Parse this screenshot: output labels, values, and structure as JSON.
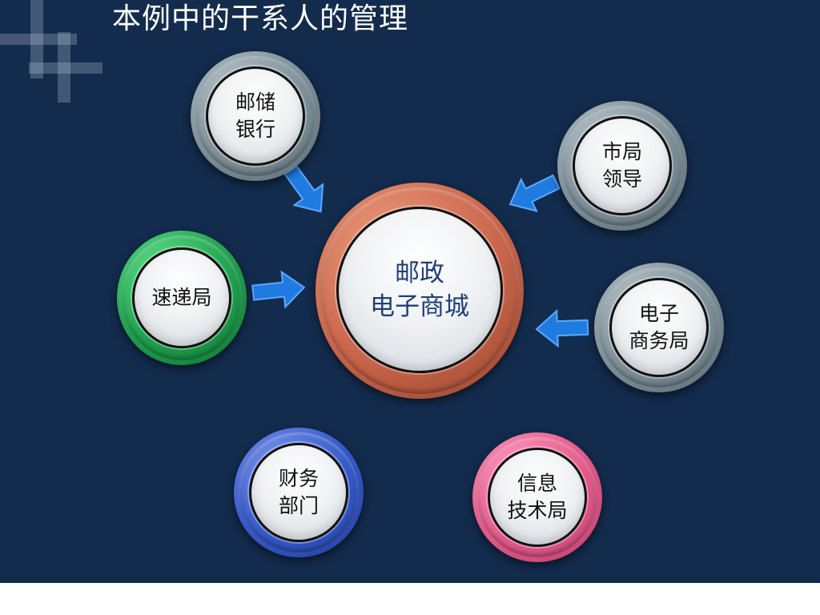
{
  "title": "本例中的干系人的管理",
  "center": {
    "lines": [
      "邮政",
      "电子商城"
    ]
  },
  "stakeholders": [
    {
      "id": "postal-savings-bank",
      "lines": [
        "邮储",
        "银行"
      ],
      "ring_color": "gray"
    },
    {
      "id": "city-bureau-leaders",
      "lines": [
        "市局",
        "领导"
      ],
      "ring_color": "gray"
    },
    {
      "id": "express-bureau",
      "lines": [
        "速递局"
      ],
      "ring_color": "green"
    },
    {
      "id": "e-commerce-bureau",
      "lines": [
        "电子",
        "商务局"
      ],
      "ring_color": "gray"
    },
    {
      "id": "finance-department",
      "lines": [
        "财务",
        "部门"
      ],
      "ring_color": "blue"
    },
    {
      "id": "it-bureau",
      "lines": [
        "信息",
        "技术局"
      ],
      "ring_color": "pink"
    }
  ],
  "colors": {
    "background": "#132b4c",
    "arrow": "#1f7be0",
    "center_text": "#1e3f75",
    "gray_ring": "#7d8f98",
    "green_ring": "#1fa04e",
    "blue_ring": "#3559c9",
    "pink_ring": "#e25a8b",
    "copper_ring": "#c9654a"
  }
}
